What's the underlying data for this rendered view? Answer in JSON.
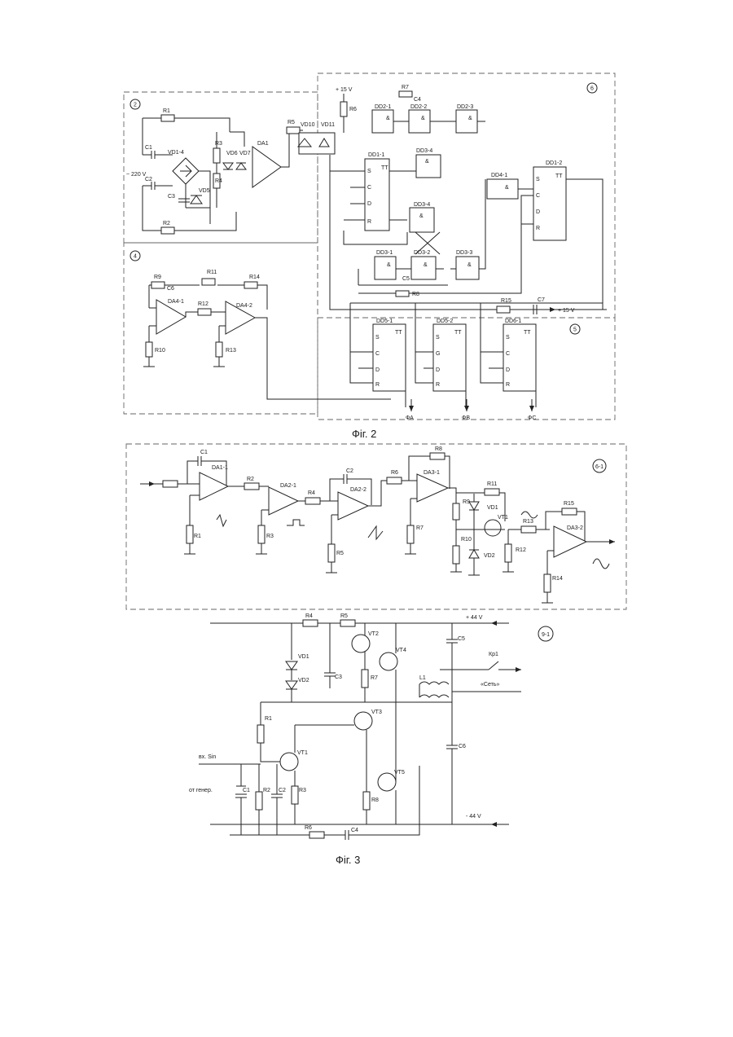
{
  "fig2": {
    "caption": "Фіг. 2",
    "blocks": [
      "2",
      "4",
      "6",
      "5"
    ],
    "voltage": "+ 15 V",
    "voltage_c7": "+ 15 V",
    "mains": "~ 220 V",
    "outputs": [
      "ФА",
      "ФВ",
      "ФС"
    ],
    "labels": {
      "r1": "R1",
      "r2": "R2",
      "r3": "R3",
      "r4": "R4",
      "r5": "R5",
      "r6": "R6",
      "r7": "R7",
      "r8": "R8",
      "r9": "R9",
      "r10": "R10",
      "r11": "R11",
      "r12": "R12",
      "r13": "R13",
      "r14": "R14",
      "r15": "R15",
      "c1": "C1",
      "c2": "C2",
      "c3": "C3",
      "c4": "C4",
      "c5": "C5",
      "c6": "C6",
      "c7": "C7",
      "vd14": "VD1-4",
      "vd5": "VD5",
      "vd6": "VD6",
      "vd7": "VD7",
      "vd10": "VD10",
      "vd11": "VD11",
      "da1": "DA1",
      "da41": "DA4-1",
      "da42": "DA4-2",
      "dd21": "DD2-1",
      "dd22": "DD2-2",
      "dd23": "DD2-3",
      "dd34": "DD3-4",
      "dd33a": "DD3-4",
      "dd31": "DD3-1",
      "dd32": "DD3-2",
      "dd33": "DD3-3",
      "dd11": "DD1-1",
      "dd12": "DD1-2",
      "dd41": "DD4-1",
      "dd51": "DD5-1",
      "dd52": "DD5-2",
      "dd61": "DD6-1",
      "tt": "TT",
      "amp": "&"
    }
  },
  "fig3a": {
    "block": "6-1",
    "labels": {
      "c1": "C1",
      "c2": "C2",
      "r1": "R1",
      "r2": "R2",
      "r3": "R3",
      "r4": "R4",
      "r5": "R5",
      "r6": "R6",
      "r7": "R7",
      "r8": "R8",
      "r9": "R9",
      "r10": "R10",
      "r11": "R11",
      "r12": "R12",
      "r13": "R13",
      "r14": "R14",
      "r15": "R15",
      "da11": "DA1-1",
      "da21": "DA2-1",
      "da22": "DA2-2",
      "da31": "DA3-1",
      "da32": "DA3-2",
      "vd1": "VD1",
      "vd2": "VD2",
      "vt1": "VT1"
    }
  },
  "fig3b": {
    "caption": "Фіг. 3",
    "block": "9-1",
    "vpos": "+ 44 V",
    "vneg": "- 44 V",
    "input": "вх. Sin",
    "source": "от генер.",
    "relay": "Кр1",
    "network": "«Сеть»",
    "labels": {
      "r1": "R1",
      "r2": "R2",
      "r3": "R3",
      "r4": "R4",
      "r5": "R5",
      "r6": "R6",
      "r7": "R7",
      "r8": "R8",
      "c1": "C1",
      "c2": "C2",
      "c3": "C3",
      "c4": "C4",
      "c5": "C5",
      "c6": "C6",
      "vd1": "VD1",
      "vd2": "VD2",
      "l1": "L1",
      "vt1": "VT1",
      "vt2": "VT2",
      "vt3": "VT3",
      "vt4": "VT4",
      "vt5": "VT5"
    }
  }
}
